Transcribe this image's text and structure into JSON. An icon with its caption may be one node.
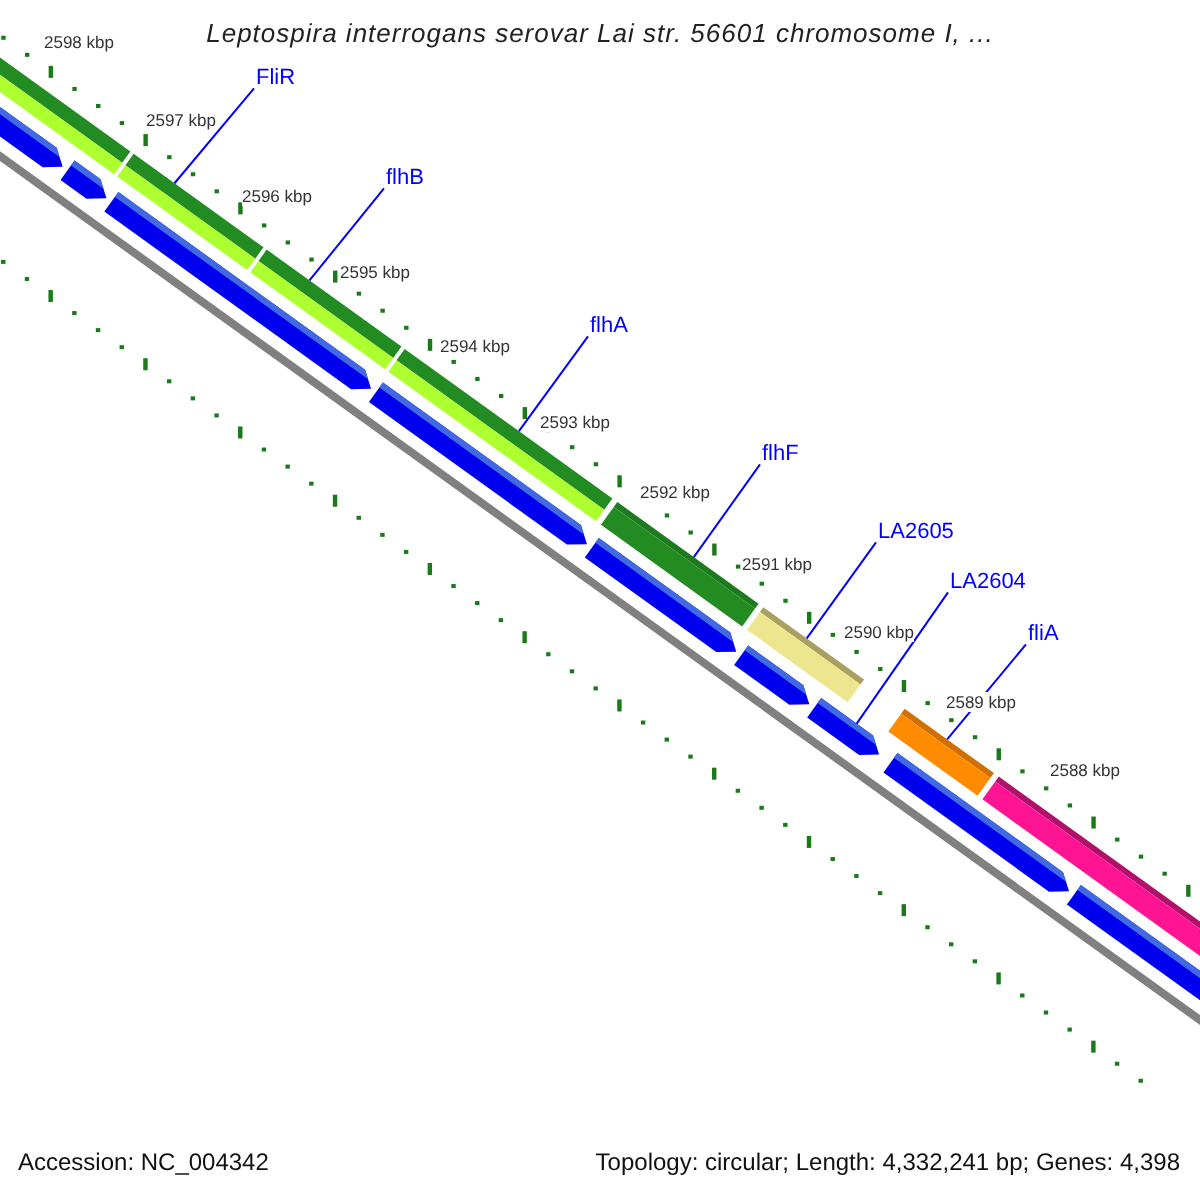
{
  "diagram": {
    "title": "Leptospira interrogans serovar Lai str. 56601 chromosome I, ...",
    "nodes": [
      {
        "text": [
          "FliR"
        ]
      },
      {
        "text": [
          "flhB"
        ]
      },
      {
        "text": [
          "flhA"
        ]
      },
      {
        "text": [
          "flhF"
        ]
      },
      {
        "text": [
          "LA2605"
        ]
      },
      {
        "text": [
          "LA2604"
        ]
      },
      {
        "text": [
          "fliA"
        ]
      },
      {
        "text": [],
        "shape": "bar"
      },
      {
        "text": [],
        "shape": "bar"
      },
      {
        "text": [],
        "shape": "bar"
      },
      {
        "text": [],
        "shape": "bar"
      },
      {
        "text": [],
        "shape": "bar"
      },
      {
        "text": [],
        "shape": "bar"
      },
      {
        "text": [],
        "shape": "bar"
      }
    ],
    "edges": [
      {
        "from": 0,
        "to": 7,
        "arrow": "none"
      },
      {
        "from": 1,
        "to": 8,
        "arrow": "none"
      },
      {
        "from": 2,
        "to": 9,
        "arrow": "none"
      },
      {
        "from": 3,
        "to": 10,
        "arrow": "none"
      },
      {
        "from": 4,
        "to": 11,
        "arrow": "none"
      },
      {
        "from": 5,
        "to": 12,
        "arrow": "none"
      },
      {
        "from": 6,
        "to": 13,
        "arrow": "none"
      }
    ],
    "labels": [
      "2598 kbp",
      "2597 kbp",
      "2596 kbp",
      "2595 kbp",
      "2594 kbp",
      "2593 kbp",
      "2592 kbp",
      "2591 kbp",
      "2590 kbp",
      "2589 kbp",
      "2588 kbp",
      "Accession: NC_004342",
      "Topology: circular; Length: 4,332,241 bp; Genes: 4,398"
    ]
  }
}
